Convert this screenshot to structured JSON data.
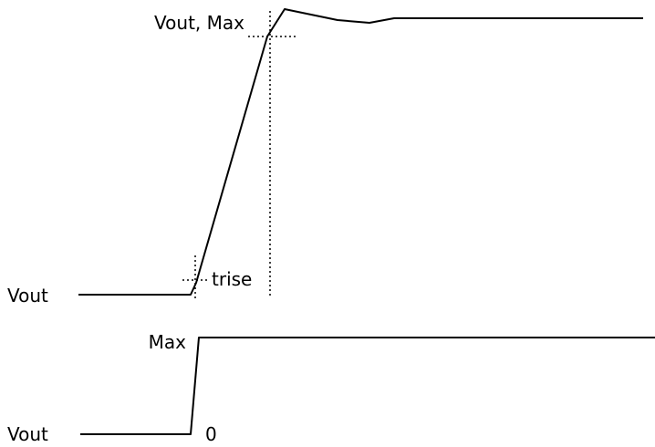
{
  "labels": {
    "vout_max": "Vout, Max",
    "trise": "trise",
    "vout_upper": "Vout",
    "max": "Max",
    "vout_lower": "Vout",
    "zero": "0"
  },
  "colors": {
    "stroke": "#000000",
    "background": "#ffffff"
  }
}
